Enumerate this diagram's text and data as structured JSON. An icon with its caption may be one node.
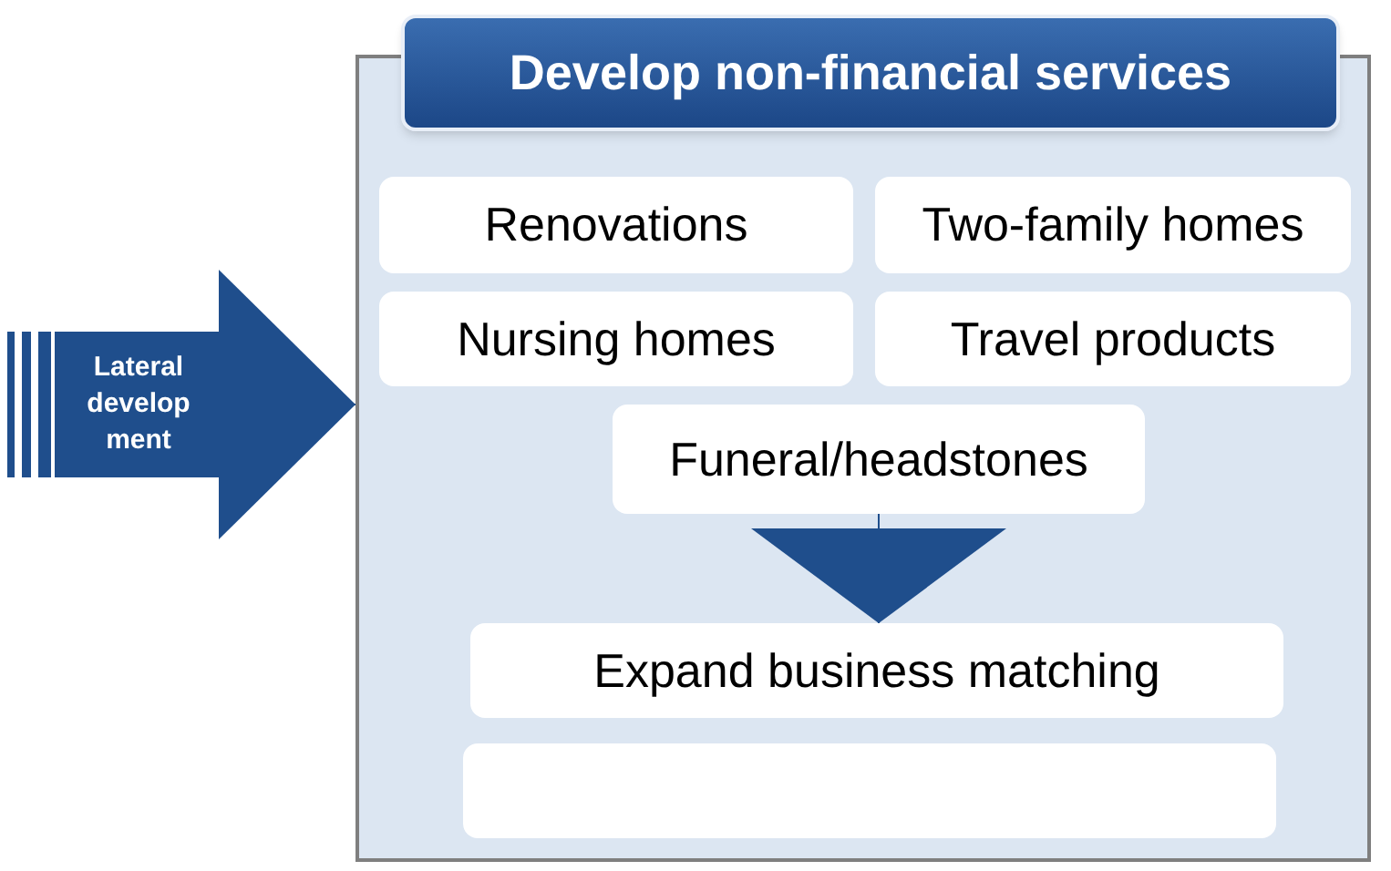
{
  "diagram": {
    "nodes": [
      {
        "text": [
          "Develop non-financial services"
        ]
      },
      {
        "text": [
          "Renovations"
        ],
        "in": 0
      },
      {
        "text": [
          "Two-family homes"
        ],
        "in": 0
      },
      {
        "text": [
          "Nursing homes"
        ],
        "in": 0
      },
      {
        "text": [
          "Travel products"
        ],
        "in": 0
      },
      {
        "text": [
          "Funeral/headstones"
        ],
        "in": 0
      },
      {
        "text": [
          "Expand business matching"
        ],
        "in": 0
      },
      {
        "text": [],
        "shape": "box",
        "in": 0
      },
      {
        "text": [
          "Lateral develop ment"
        ]
      }
    ],
    "edges": [
      {
        "from": 8,
        "to": 0,
        "arrow": "to"
      },
      {
        "from": 5,
        "to": 6,
        "arrow": "to"
      }
    ]
  }
}
